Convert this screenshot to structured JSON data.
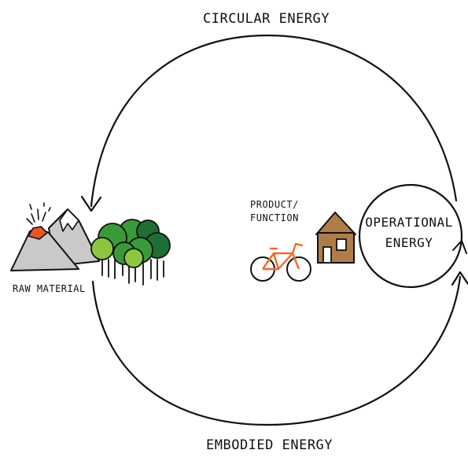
{
  "labels": {
    "circular": "CIRCULAR ENERGY",
    "embodied": "EMBODIED ENERGY",
    "raw_material": "RAW MATERIAL",
    "product_line1": "PRODUCT/",
    "product_line2": "FUNCTION",
    "operational_line1": "OPERATIONAL",
    "operational_line2": "ENERGY"
  },
  "icons": [
    "volcano-icon",
    "mountain-icon",
    "tree-icon",
    "bicycle-icon",
    "house-icon"
  ],
  "colors": {
    "stroke": "#111111",
    "lava": "#e8562a",
    "rock": "#c9c9c9",
    "tree_green": "#3a9a3a",
    "tree_lime": "#8cc63f",
    "tree_dark": "#1f6e34",
    "bike": "#f06a2c",
    "house": "#b07c4a"
  }
}
